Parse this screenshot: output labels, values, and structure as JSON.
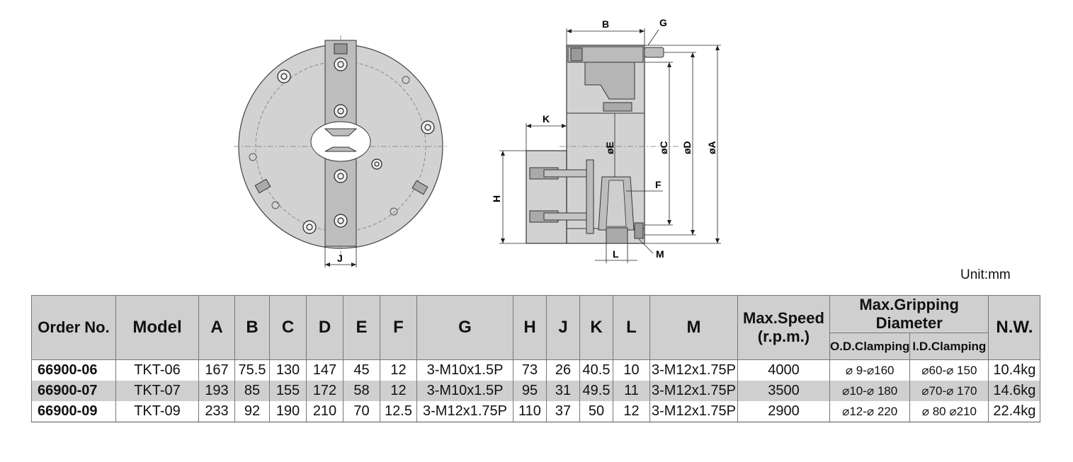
{
  "drawing": {
    "dimension_labels": {
      "B": "B",
      "G": "G",
      "K": "K",
      "H": "H",
      "J": "J",
      "E": "øE",
      "C": "øC",
      "D": "øD",
      "A": "øA",
      "F": "F",
      "L": "L",
      "M": "M"
    }
  },
  "unit_label": "Unit:mm",
  "table": {
    "headers": {
      "order_no": "Order No.",
      "model": "Model",
      "A": "A",
      "B": "B",
      "C": "C",
      "D": "D",
      "E": "E",
      "F": "F",
      "G": "G",
      "H": "H",
      "J": "J",
      "K": "K",
      "L": "L",
      "M": "M",
      "max_speed": "Max.Speed",
      "rpm": "(r.p.m.)",
      "max_grip": "Max.Gripping Diameter",
      "od_clamping": "O.D.Clamping",
      "id_clamping": "I.D.Clamping",
      "nw": "N.W."
    },
    "rows": [
      {
        "order_no": "66900-06",
        "model": "TKT-06",
        "A": "167",
        "B": "75.5",
        "C": "130",
        "D": "147",
        "E": "45",
        "F": "12",
        "G": "3-M10x1.5P",
        "H": "73",
        "J": "26",
        "K": "40.5",
        "L": "10",
        "M": "3-M12x1.75P",
        "speed": "4000",
        "od": "⌀ 9-⌀160",
        "id": "⌀60-⌀ 150",
        "nw": "10.4kg"
      },
      {
        "order_no": "66900-07",
        "model": "TKT-07",
        "A": "193",
        "B": "85",
        "C": "155",
        "D": "172",
        "E": "58",
        "F": "12",
        "G": "3-M10x1.5P",
        "H": "95",
        "J": "31",
        "K": "49.5",
        "L": "11",
        "M": "3-M12x1.75P",
        "speed": "3500",
        "od": "⌀10-⌀ 180",
        "id": "⌀70-⌀ 170",
        "nw": "14.6kg"
      },
      {
        "order_no": "66900-09",
        "model": "TKT-09",
        "A": "233",
        "B": "92",
        "C": "190",
        "D": "210",
        "E": "70",
        "F": "12.5",
        "G": "3-M12x1.75P",
        "H": "110",
        "J": "37",
        "K": "50",
        "L": "12",
        "M": "3-M12x1.75P",
        "speed": "2900",
        "od": "⌀12-⌀ 220",
        "id": "⌀ 80 ⌀210",
        "nw": "22.4kg"
      }
    ]
  }
}
